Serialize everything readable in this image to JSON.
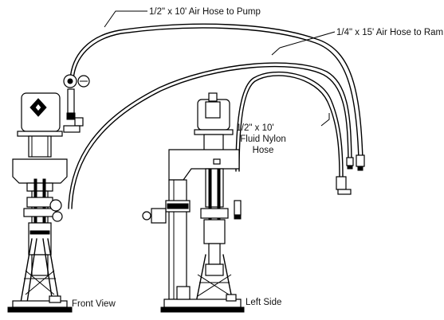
{
  "labels": {
    "air_hose_pump": "1/2\" x 10' Air Hose to Pump",
    "air_hose_ram": "1/4\" x 15' Air Hose to Ram",
    "fluid_hose_line1": "1/2\" x 10'",
    "fluid_hose_line2": "Fluid Nylon",
    "fluid_hose_line3": "Hose",
    "front_view": "Front View",
    "left_side": "Left Side"
  },
  "colors": {
    "ink": "#000000",
    "background": "#ffffff"
  }
}
